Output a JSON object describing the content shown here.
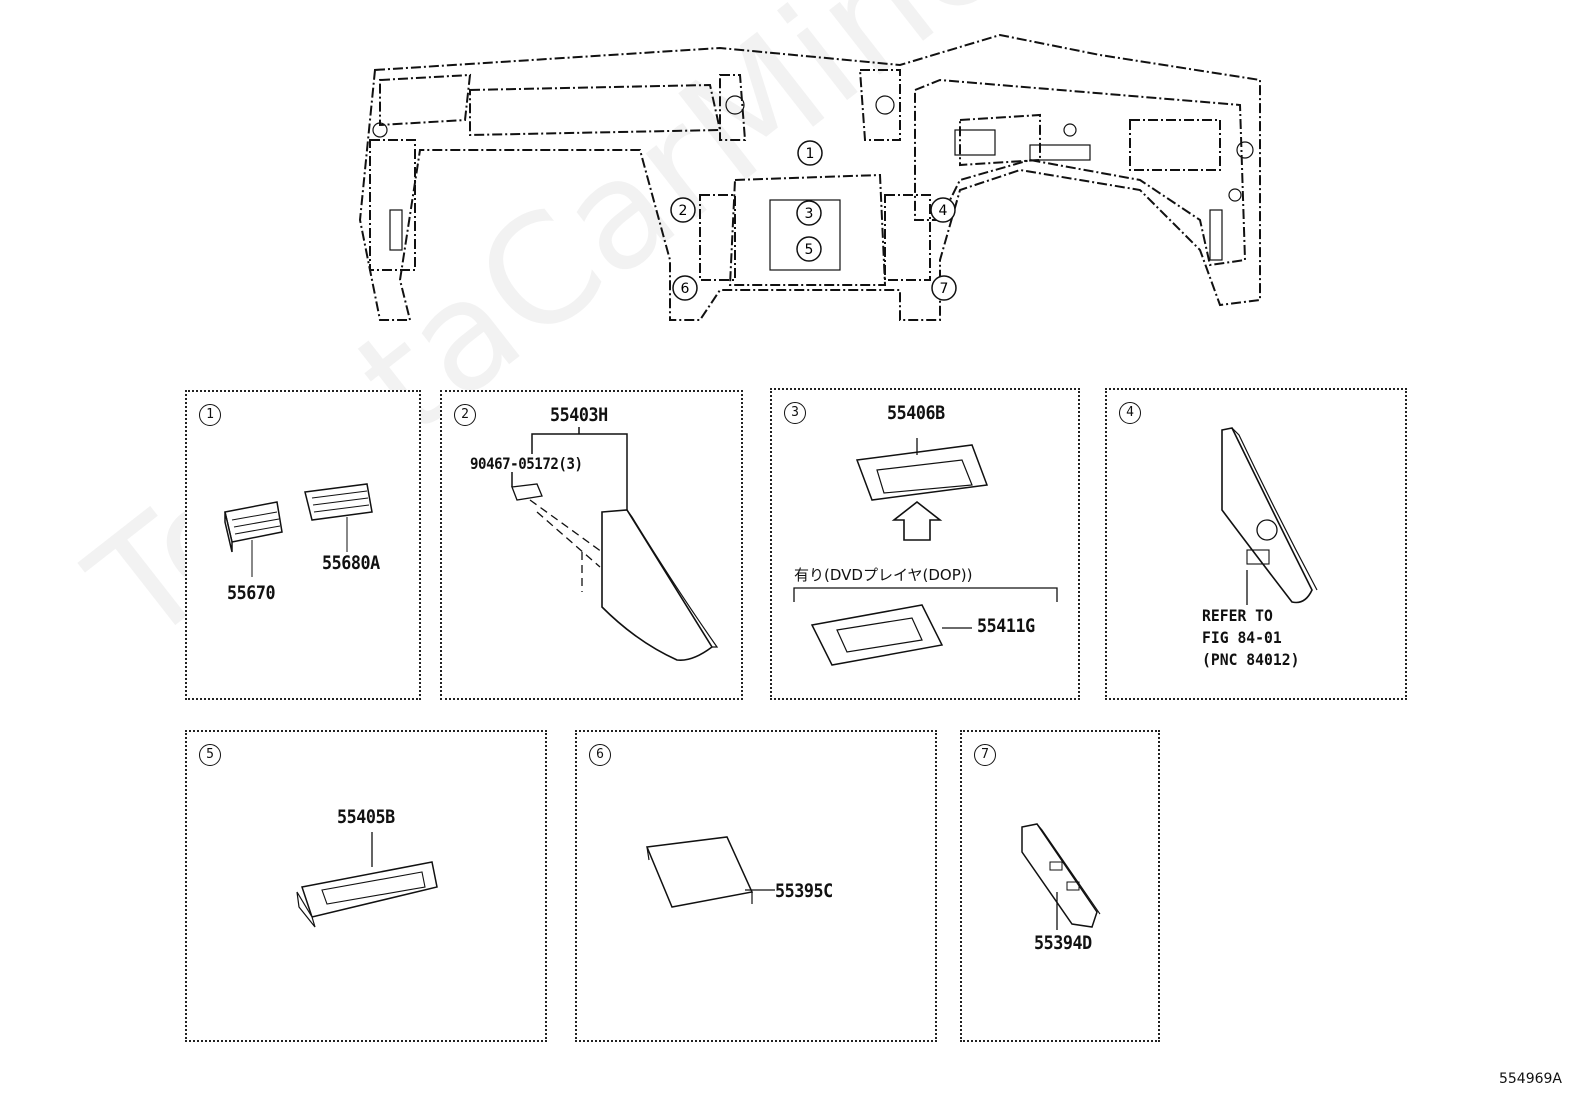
{
  "overview": {
    "callouts": [
      "1",
      "2",
      "3",
      "4",
      "5",
      "6",
      "7"
    ]
  },
  "panels": [
    {
      "number": "1",
      "parts": [
        "55670",
        "55680A"
      ]
    },
    {
      "number": "2",
      "parts": [
        "55403H",
        "90467-05172(3)"
      ]
    },
    {
      "number": "3",
      "parts": [
        "55406B",
        "55411G"
      ],
      "option_note": "有り(DVDプレイヤ(DOP))"
    },
    {
      "number": "4",
      "refer": [
        "REFER TO",
        "FIG 84-01",
        "(PNC 84012)"
      ]
    },
    {
      "number": "5",
      "parts": [
        "55405B"
      ]
    },
    {
      "number": "6",
      "parts": [
        "55395C"
      ]
    },
    {
      "number": "7",
      "parts": [
        "55394D"
      ]
    }
  ],
  "figure_code": "554969A",
  "watermark": "ToyotaCarMine.ru",
  "colors": {
    "line": "#111111",
    "background": "#ffffff"
  }
}
